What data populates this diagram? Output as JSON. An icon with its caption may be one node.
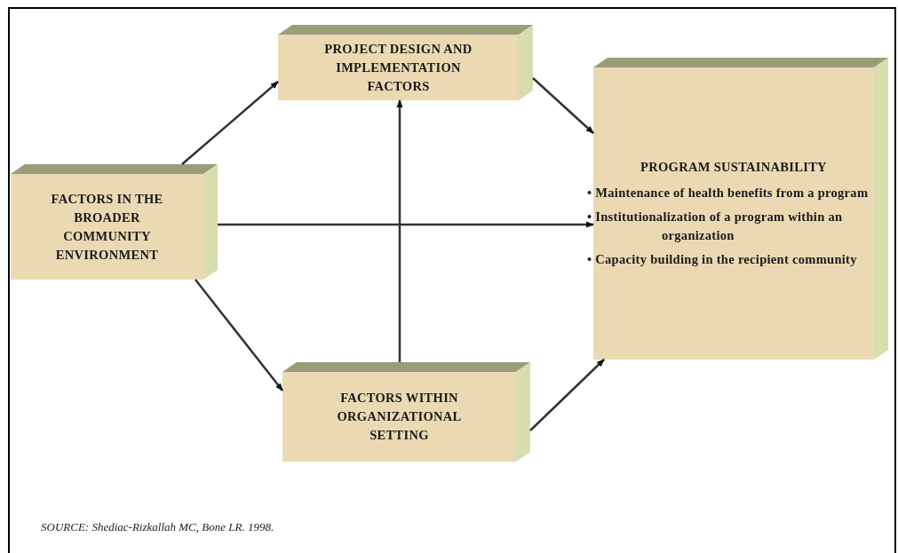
{
  "diagram": {
    "caption": "SOURCE: Shediac-Rizkallah MC, Bone LR. 1998.",
    "nodes": [
      {
        "text": [
          "PROJECT DESIGN AND IMPLEMENTATION FACTORS"
        ]
      },
      {
        "text": [
          "FACTORS IN THE BROADER COMMUNITY ENVIRONMENT"
        ]
      },
      {
        "text": [
          "FACTORS WITHIN ORGANIZATIONAL SETTING"
        ]
      },
      {
        "text": [
          "PROGRAM SUSTAINABILITY",
          "• Maintenance of health benefits from a program",
          "• Institutionalization of a program within an organization",
          "• Capacity building in the recipient community"
        ]
      }
    ],
    "edges": [
      {
        "from": 1,
        "to": 0,
        "arrow": "to"
      },
      {
        "from": 0,
        "to": 3,
        "arrow": "to"
      },
      {
        "from": 1,
        "to": 3,
        "arrow": "to"
      },
      {
        "from": 1,
        "to": 2,
        "arrow": "to"
      },
      {
        "from": 2,
        "to": 0,
        "arrow": "to"
      },
      {
        "from": 2,
        "to": 3,
        "arrow": "to"
      }
    ]
  }
}
